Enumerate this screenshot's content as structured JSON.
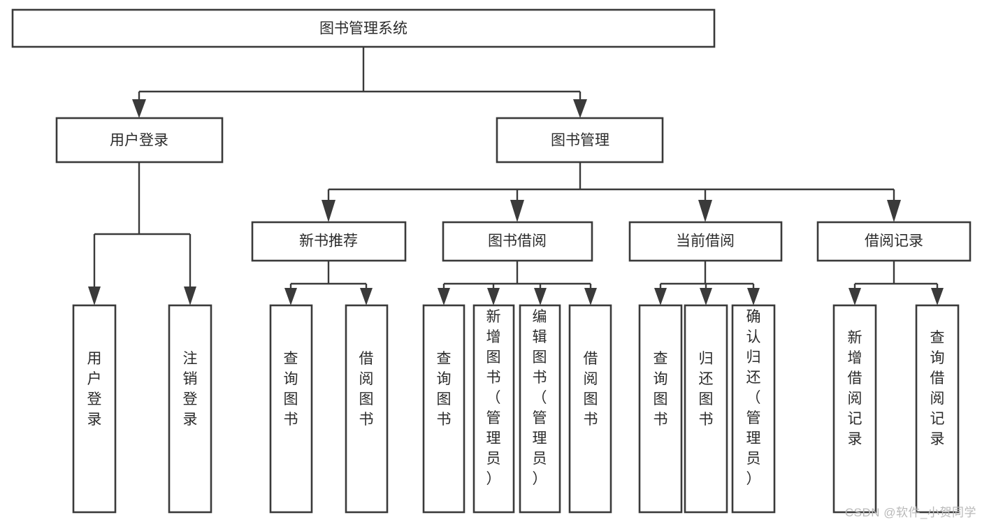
{
  "diagram": {
    "type": "tree-hierarchy",
    "title": "图书管理系统",
    "watermark": "CSDN @软件_小贺同学",
    "colors": {
      "stroke": "#3a3a3a",
      "fill": "#ffffff",
      "text": "#2b2b2b",
      "watermark": "#b9b9b9"
    },
    "levels": {
      "root": {
        "label": "图书管理系统",
        "orientation": "horizontal"
      },
      "level2": [
        {
          "label": "用户登录",
          "orientation": "horizontal"
        },
        {
          "label": "图书管理",
          "orientation": "horizontal"
        }
      ],
      "level3": [
        {
          "label": "新书推荐",
          "orientation": "horizontal",
          "parent": "图书管理"
        },
        {
          "label": "图书借阅",
          "orientation": "horizontal",
          "parent": "图书管理"
        },
        {
          "label": "当前借阅",
          "orientation": "horizontal",
          "parent": "图书管理"
        },
        {
          "label": "借阅记录",
          "orientation": "horizontal",
          "parent": "图书管理"
        }
      ],
      "leaves": [
        {
          "label": "用户登录",
          "orientation": "vertical",
          "parent": "用户登录"
        },
        {
          "label": "注销登录",
          "orientation": "vertical",
          "parent": "用户登录"
        },
        {
          "label": "查询图书",
          "orientation": "vertical",
          "parent": "新书推荐"
        },
        {
          "label": "借阅图书",
          "orientation": "vertical",
          "parent": "新书推荐"
        },
        {
          "label": "查询图书",
          "orientation": "vertical",
          "parent": "图书借阅"
        },
        {
          "label": "新增图书（管理员）",
          "orientation": "vertical",
          "parent": "图书借阅"
        },
        {
          "label": "编辑图书（管理员）",
          "orientation": "vertical",
          "parent": "图书借阅"
        },
        {
          "label": "借阅图书",
          "orientation": "vertical",
          "parent": "图书借阅"
        },
        {
          "label": "查询图书",
          "orientation": "vertical",
          "parent": "当前借阅"
        },
        {
          "label": "归还图书",
          "orientation": "vertical",
          "parent": "当前借阅"
        },
        {
          "label": "确认归还（管理员）",
          "orientation": "vertical",
          "parent": "当前借阅"
        },
        {
          "label": "新增借阅记录",
          "orientation": "vertical",
          "parent": "借阅记录"
        },
        {
          "label": "查询借阅记录",
          "orientation": "vertical",
          "parent": "借阅记录"
        }
      ]
    }
  }
}
